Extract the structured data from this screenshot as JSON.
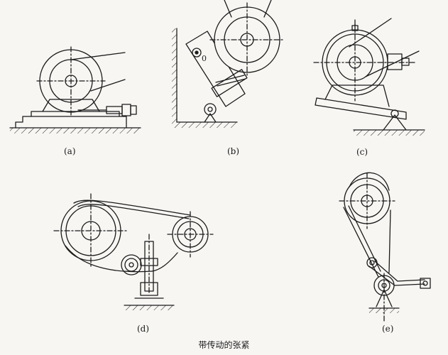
{
  "labels": {
    "a": "(a)",
    "b": "(b)",
    "c": "(c)",
    "d": "(d)",
    "e": "(e)",
    "pivot_o": "0"
  },
  "caption": "带传动的张紧"
}
